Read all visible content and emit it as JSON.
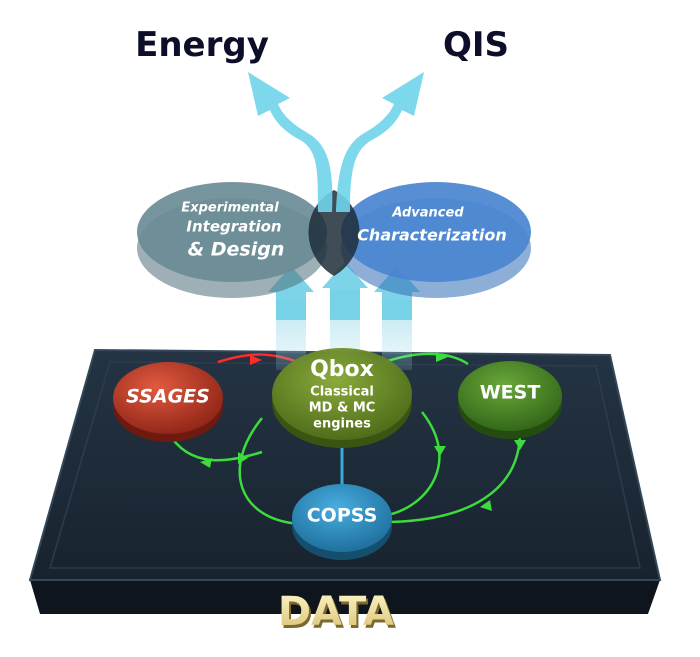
{
  "title_left": "Energy",
  "title_right": "QIS",
  "ellipse_left": {
    "line1": "Experimental",
    "line2": "Integration",
    "line3": "& Design"
  },
  "ellipse_right": {
    "line1": "Advanced",
    "line2": "Characterization"
  },
  "nodes": {
    "ssages": "SSAGES",
    "qbox": {
      "title": "Qbox",
      "line1": "Classical",
      "line2": "MD & MC",
      "line3": "engines"
    },
    "west": "WEST",
    "copss": "COPSS"
  },
  "base_label": "DATA",
  "colors": {
    "platform": "#1e2a36",
    "ellipse_left": "#6a8c96",
    "ellipse_right": "#4a86d0",
    "ssages": "#c0392b",
    "qbox": "#6b8f2a",
    "west": "#4e8a28",
    "copss": "#2c8bb8",
    "arrow": "#6fd4ea",
    "link_green": "#3ddc3d",
    "link_red": "#ff2a2a"
  }
}
